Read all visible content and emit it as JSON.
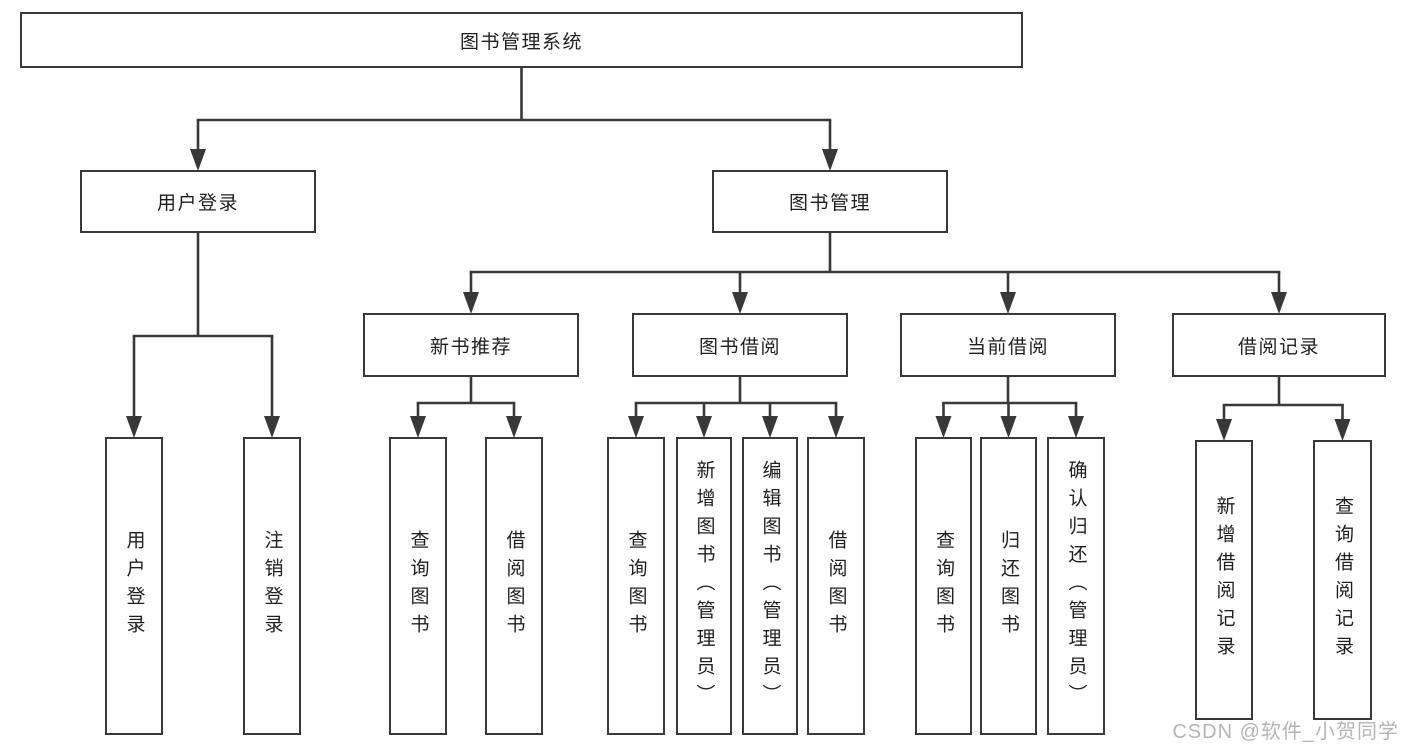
{
  "diagram": {
    "title": "图书管理系统",
    "nodes": [
      {
        "id": "root",
        "label": "图书管理系统"
      },
      {
        "id": "user-login",
        "label": "用户登录"
      },
      {
        "id": "book-mgmt",
        "label": "图书管理"
      },
      {
        "id": "new-book-rec",
        "label": "新书推荐"
      },
      {
        "id": "book-borrow",
        "label": "图书借阅"
      },
      {
        "id": "current-borrow",
        "label": "当前借阅"
      },
      {
        "id": "borrow-records",
        "label": "借阅记录"
      },
      {
        "id": "leaf-user-login",
        "label": "用户登录"
      },
      {
        "id": "leaf-logout",
        "label": "注销登录"
      },
      {
        "id": "leaf-query-book-new",
        "label": "查询图书"
      },
      {
        "id": "leaf-borrow-book-new",
        "label": "借阅图书"
      },
      {
        "id": "leaf-query-book-borrow",
        "label": "查询图书"
      },
      {
        "id": "leaf-add-book",
        "label": "新增图书（管理员）"
      },
      {
        "id": "leaf-edit-book",
        "label": "编辑图书（管理员）"
      },
      {
        "id": "leaf-borrow-book",
        "label": "借阅图书"
      },
      {
        "id": "leaf-query-book-current",
        "label": "查询图书"
      },
      {
        "id": "leaf-return-book",
        "label": "归还图书"
      },
      {
        "id": "leaf-confirm-return",
        "label": "确认归还（管理员）"
      },
      {
        "id": "leaf-add-borrow-record",
        "label": "新增借阅记录"
      },
      {
        "id": "leaf-query-borrow-record",
        "label": "查询借阅记录"
      }
    ],
    "edges": [
      {
        "from": "root",
        "to": [
          "user-login",
          "book-mgmt"
        ]
      },
      {
        "from": "user-login",
        "to": [
          "leaf-user-login",
          "leaf-logout"
        ]
      },
      {
        "from": "book-mgmt",
        "to": [
          "new-book-rec",
          "book-borrow",
          "current-borrow",
          "borrow-records"
        ]
      },
      {
        "from": "new-book-rec",
        "to": [
          "leaf-query-book-new",
          "leaf-borrow-book-new"
        ]
      },
      {
        "from": "book-borrow",
        "to": [
          "leaf-query-book-borrow",
          "leaf-add-book",
          "leaf-edit-book",
          "leaf-borrow-book"
        ]
      },
      {
        "from": "current-borrow",
        "to": [
          "leaf-query-book-current",
          "leaf-return-book",
          "leaf-confirm-return"
        ]
      },
      {
        "from": "borrow-records",
        "to": [
          "leaf-add-borrow-record",
          "leaf-query-borrow-record"
        ]
      }
    ]
  },
  "watermark": {
    "text": "CSDN @软件_小贺同学"
  },
  "colors": {
    "line": "#383838",
    "box_border": "#383838",
    "text": "#1f1f1f",
    "background": "#ffffff",
    "watermark": "#b5b5b5"
  }
}
